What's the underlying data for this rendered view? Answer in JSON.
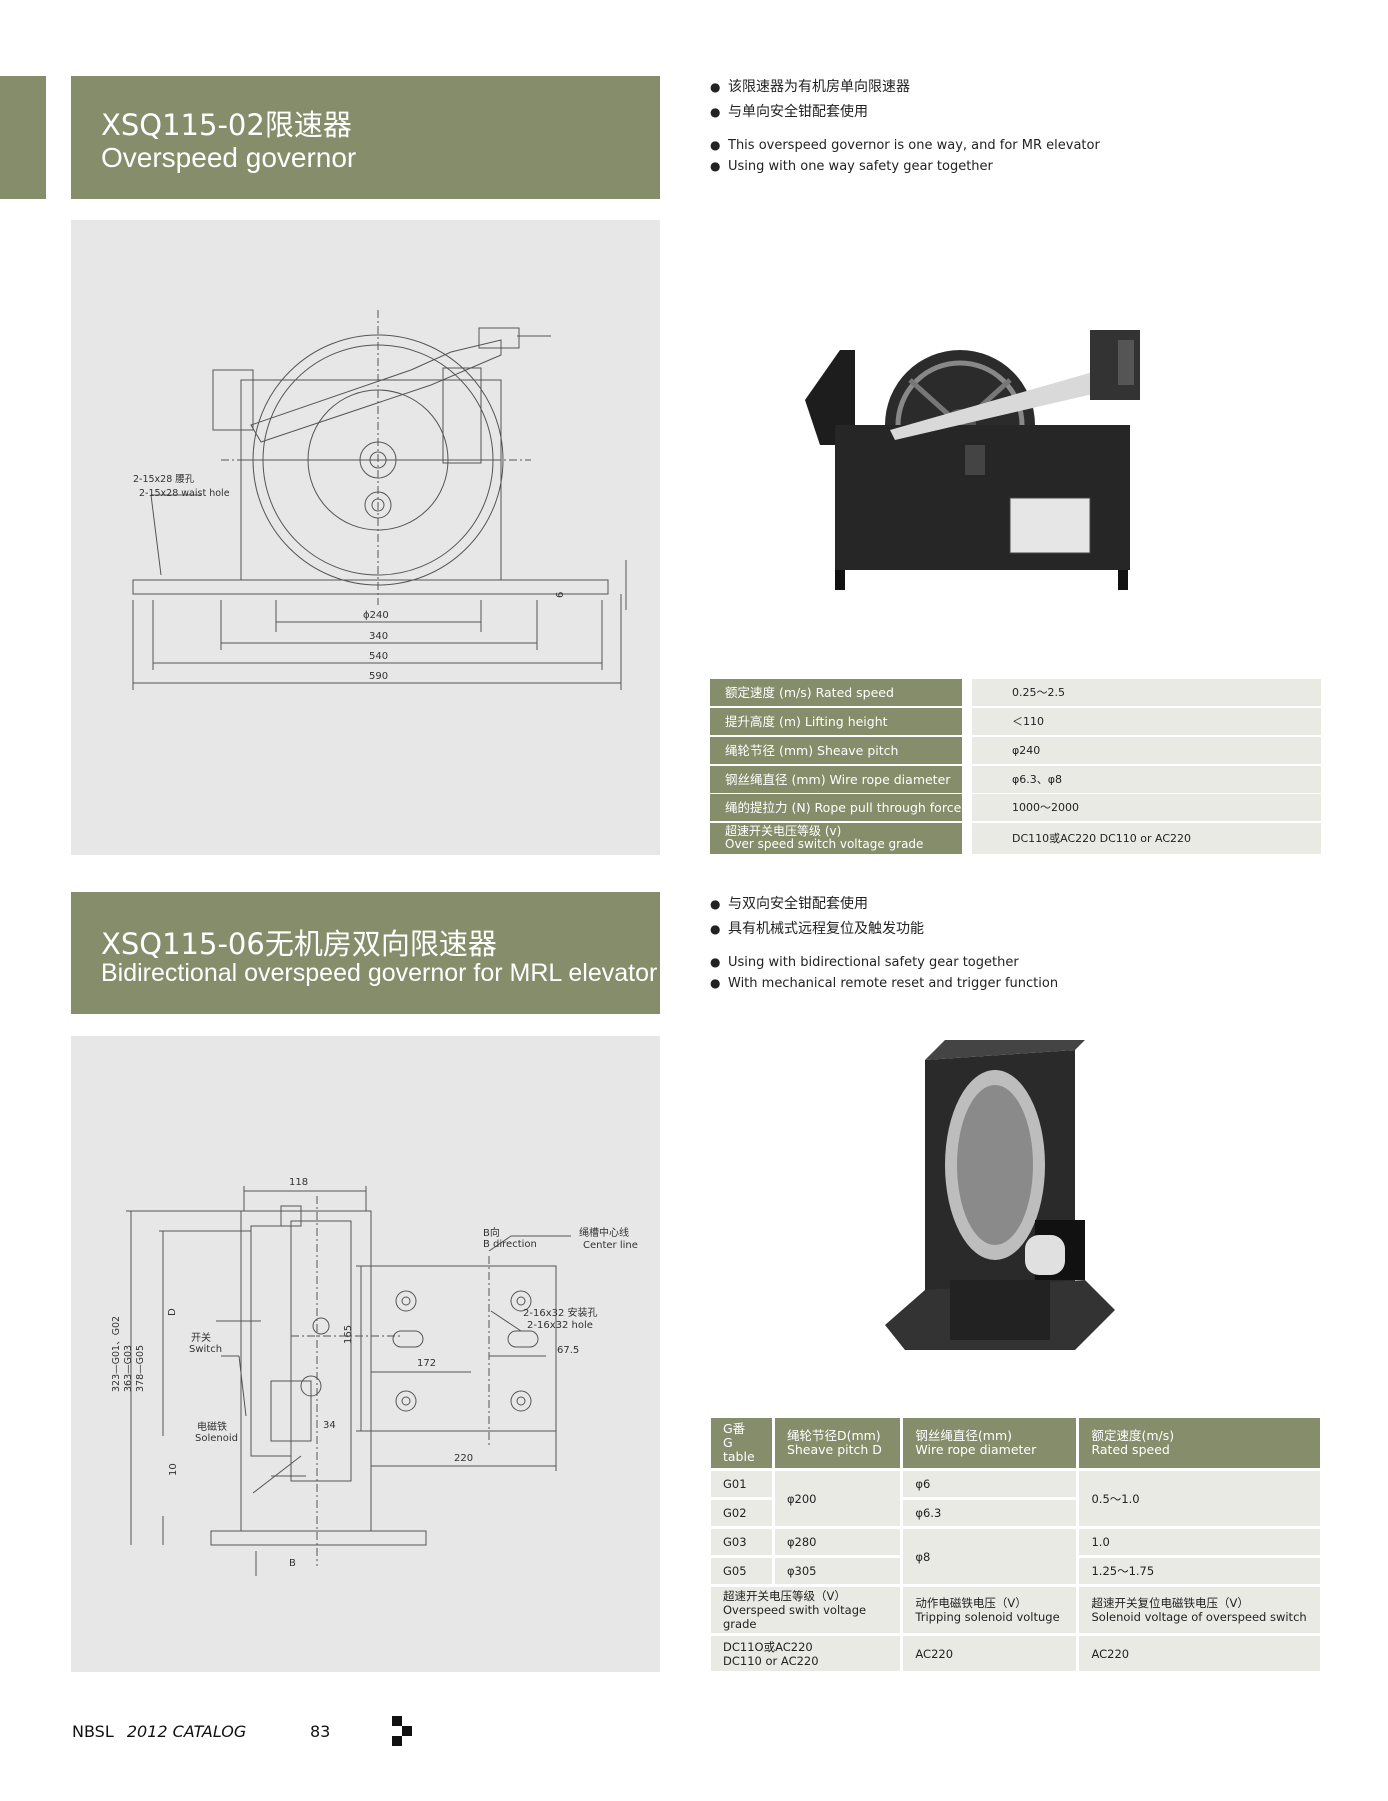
{
  "section1": {
    "title_cn": "XSQ115-02限速器",
    "title_en": "Overspeed governor",
    "bullets_cn": [
      "该限速器为有机房单向限速器",
      "与单向安全钳配套使用"
    ],
    "bullets_en": [
      "This overspeed governor is one way, and for MR elevator",
      "Using with one way safety gear together"
    ],
    "drawing": {
      "hole_cn": "2-15x28 腰孔",
      "hole_en": "2-15x28 waist hole",
      "dim_240": "ϕ240",
      "dim_340": "340",
      "dim_540": "540",
      "dim_590": "590",
      "dim_6": "6"
    },
    "specs": [
      {
        "label": "额定速度 (m/s) Rated speed",
        "value": "0.25～2.5"
      },
      {
        "label": "提升高度 (m) Lifting height",
        "value": "＜110"
      },
      {
        "label": "绳轮节径 (mm) Sheave pitch",
        "value": "φ240"
      },
      {
        "label": "钢丝绳直径 (mm) Wire rope diameter",
        "value": "φ6.3、φ8"
      },
      {
        "label": "绳的提拉力 (N) Rope pull through force",
        "value": "1000～2000"
      },
      {
        "label_cn": "超速开关电压等级 (v)",
        "label_en": "Over speed switch voltage grade",
        "value": "DC110或AC220   DC110 or AC220"
      }
    ]
  },
  "section2": {
    "title_cn": "XSQ115-06无机房双向限速器",
    "title_en": "Bidirectional overspeed governor for MRL elevator",
    "bullets_cn": [
      "与双向安全钳配套使用",
      "具有机械式远程复位及触发功能"
    ],
    "bullets_en": [
      "Using with bidirectional safety gear together",
      "With mechanical remote reset and trigger function"
    ],
    "drawing": {
      "dim_118": "118",
      "b_dir_cn": "B向",
      "b_dir_en": "B direction",
      "center_cn": "绳槽中心线",
      "center_en": "Center line",
      "d_label": "D",
      "heights": "323—G01、G02",
      "heights2": "363—G03",
      "heights3": "378—G05",
      "switch_cn": "开关",
      "switch_en": "Switch",
      "solenoid_cn": "电磁铁",
      "solenoid_en": "Solenoid",
      "dim_34": "34",
      "dim_10": "10",
      "b_mark": "B",
      "hole_cn": "2-16x32 安装孔",
      "hole_en": "2-16x32 hole",
      "dim_165": "165",
      "dim_172": "172",
      "dim_67": "67.5",
      "dim_220": "220"
    },
    "table": {
      "headers": [
        {
          "cn": "G番",
          "en": "G table"
        },
        {
          "cn": "绳轮节径D(mm)",
          "en": "Sheave pitch D"
        },
        {
          "cn": "钢丝绳直径(mm)",
          "en": "Wire rope diameter"
        },
        {
          "cn": "额定速度(m/s)",
          "en": "Rated speed"
        }
      ],
      "g": [
        "G01",
        "G02",
        "G03",
        "G05"
      ],
      "pitch_200": "φ200",
      "pitch_280": "φ280",
      "pitch_305": "φ305",
      "rope_6": "φ6",
      "rope_63": "φ6.3",
      "rope_8": "φ8",
      "speed_1": "0.5～1.0",
      "speed_2": "1.0",
      "speed_3": "1.25～1.75",
      "volt_headers": [
        {
          "cn": "超速开关电压等级（V）",
          "en": "Overspeed swith voltage grade"
        },
        {
          "cn": "动作电磁铁电压（V）",
          "en": "Tripping solenoid voltuge"
        },
        {
          "cn": "超速开关复位电磁铁电压（V）",
          "en": "Solenoid voltage of overspeed switch"
        }
      ],
      "volt_values": [
        {
          "cn": "DC11O或AC220",
          "en": "DC110 or AC220"
        },
        {
          "v": "AC220"
        },
        {
          "v": "AC220"
        }
      ]
    }
  },
  "footer": {
    "brand": "NBSL",
    "catalog": "2012 CATALOG",
    "page": "83"
  }
}
